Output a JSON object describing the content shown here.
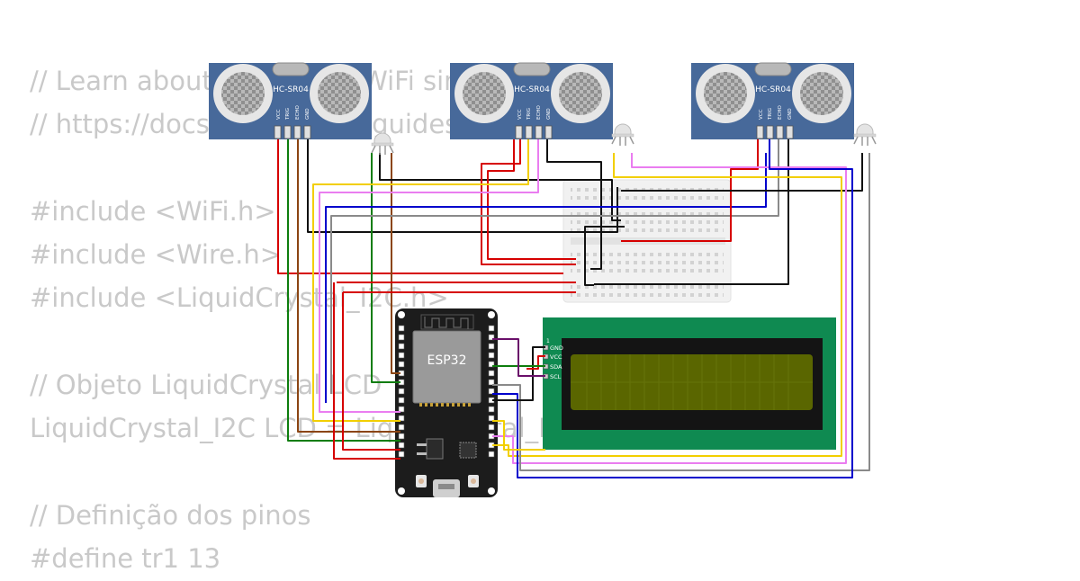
{
  "code_lines": [
    "// Learn about the ESP32 WiFi simulation in",
    "// https://docs.wokwi.com/guides/esp32-wifi",
    "",
    "#include <WiFi.h>",
    "#include <Wire.h>",
    "#include <LiquidCrystal_I2C.h>",
    "",
    "// Objeto LiquidCrystal LCD",
    "LiquidCrystal_I2C LCD = LiquidCrystal_I2C(0x27, 16, 2);",
    "",
    "// Definição dos pinos",
    "#define tr1 13"
  ],
  "sensors": [
    {
      "model": "HC-SR04",
      "pins": [
        "VCC",
        "TRIG",
        "ECHO",
        "GND"
      ]
    },
    {
      "model": "HC-SR04",
      "pins": [
        "VCC",
        "TRIG",
        "ECHO",
        "GND"
      ]
    },
    {
      "model": "HC-SR04",
      "pins": [
        "VCC",
        "TRIG",
        "ECHO",
        "GND"
      ]
    }
  ],
  "esp32": {
    "label": "ESP32"
  },
  "lcd": {
    "pins": [
      "GND",
      "VCC",
      "SDA",
      "SCL"
    ],
    "pin1_marker": "1"
  },
  "colors": {
    "sensor_board": "#47699a",
    "esp_board": "#1c1c1c",
    "lcd_board": "#0f8a51",
    "lcd_screen": "#5a6600",
    "code_text": "#c9c9c9",
    "wire_red": "#d60000",
    "wire_black": "#111111",
    "wire_yellow": "#f2cf00",
    "wire_violet": "#ea7df0",
    "wire_blue": "#0000cc",
    "wire_green": "#0d7d0d",
    "wire_brown": "#8b4513",
    "wire_gray": "#8a8a8a",
    "wire_purple": "#6a0f6a"
  },
  "icons": [
    "ultrasonic-transducer-icon",
    "rgb-led-icon",
    "usb-port-icon",
    "push-button-icon"
  ]
}
